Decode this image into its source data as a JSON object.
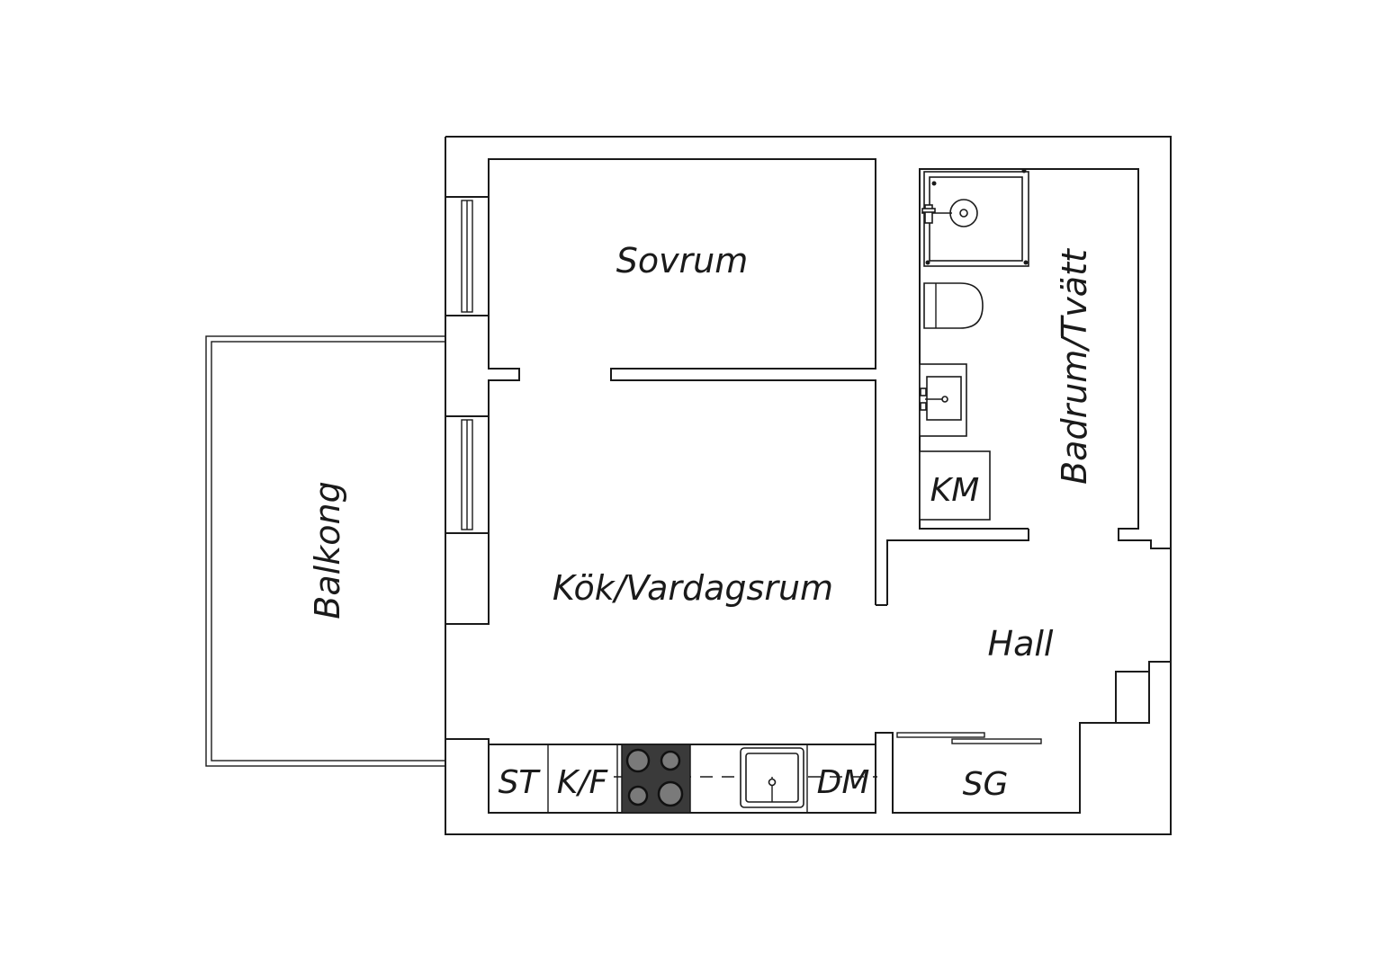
{
  "rooms": {
    "sovrum": "Sovrum",
    "kok_vardagsrum": "Kök/Vardagsrum",
    "badrum_tvatt": "Badrum/Tvätt",
    "hall": "Hall",
    "balkong": "Balkong"
  },
  "appliances": {
    "st": "ST",
    "kf": "K/F",
    "dm": "DM",
    "sg": "SG",
    "km": "KM"
  },
  "colors": {
    "line": "#1a1a1a",
    "stove": "#3a3a3a",
    "burner": "#7a7a7a",
    "background": "#ffffff"
  }
}
